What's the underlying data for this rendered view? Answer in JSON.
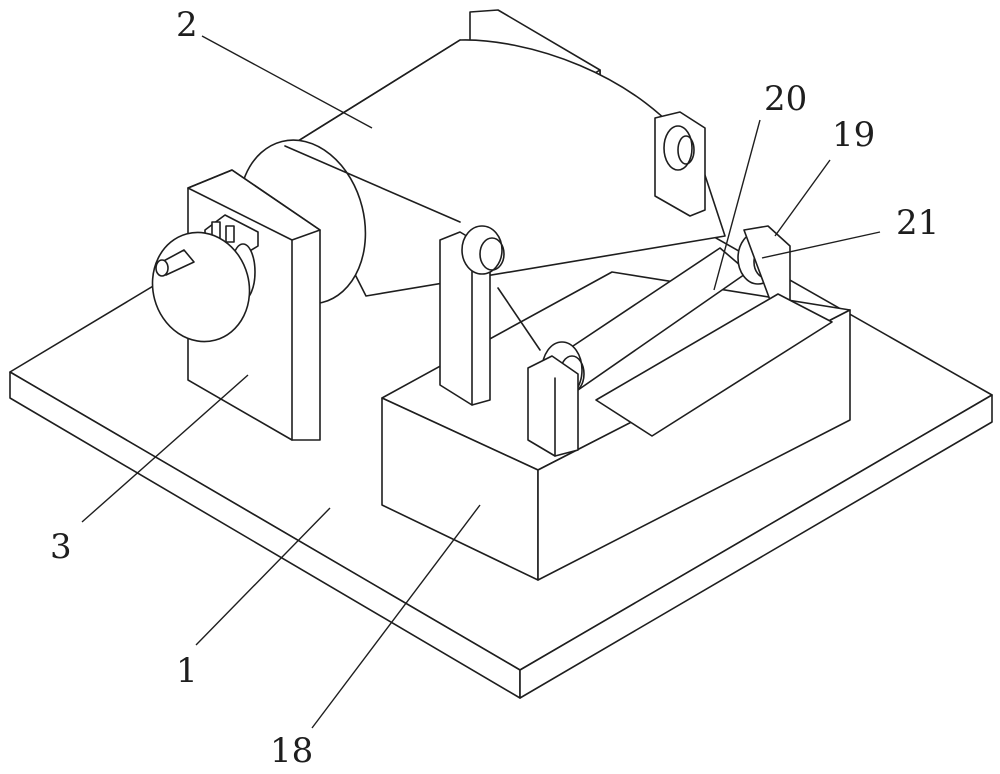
{
  "labels": {
    "l2": "2",
    "l20": "20",
    "l19": "19",
    "l21": "21",
    "l3": "3",
    "l1": "1",
    "l18": "18"
  }
}
